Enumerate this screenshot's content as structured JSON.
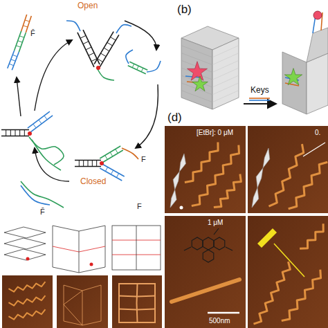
{
  "diagram": {
    "labels": [
      "Open",
      "F̄",
      "Closed",
      "F",
      "F̄",
      "F",
      "(b)",
      "Keys",
      "(d)",
      "[EtBr]: 0 μM",
      "0.",
      "1 μM",
      "500nm"
    ]
  }
}
